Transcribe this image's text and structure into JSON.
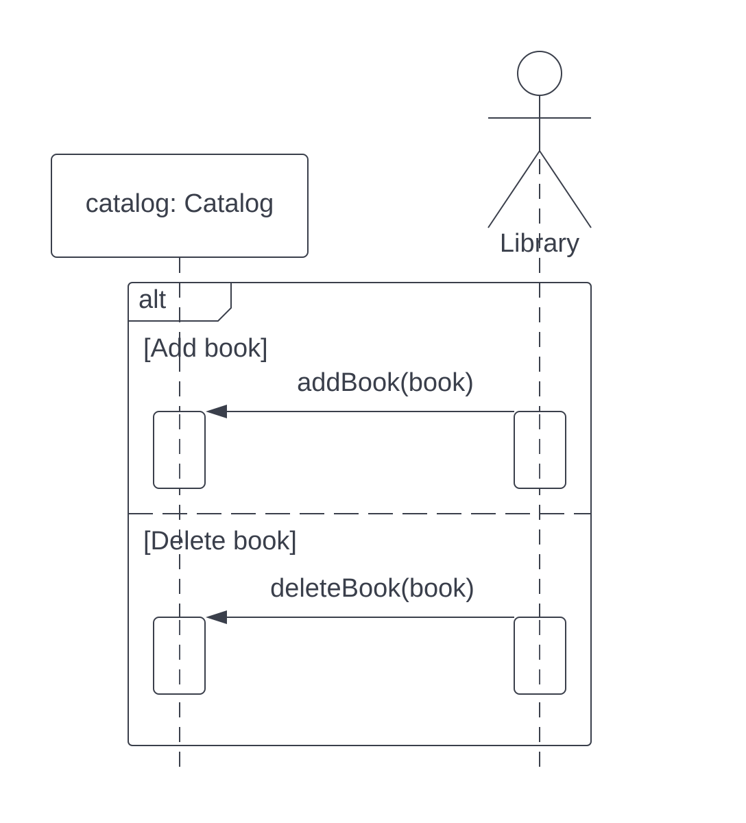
{
  "participants": {
    "catalog": {
      "label": "catalog: Catalog"
    },
    "library": {
      "label": "Library"
    }
  },
  "fragment": {
    "operator": "alt",
    "operands": [
      {
        "guard": "[Add book]",
        "message": "addBook(book)"
      },
      {
        "guard": "[Delete book]",
        "message": "deleteBook(book)"
      }
    ]
  },
  "colors": {
    "stroke": "#3a3f4b",
    "background": "#ffffff"
  }
}
